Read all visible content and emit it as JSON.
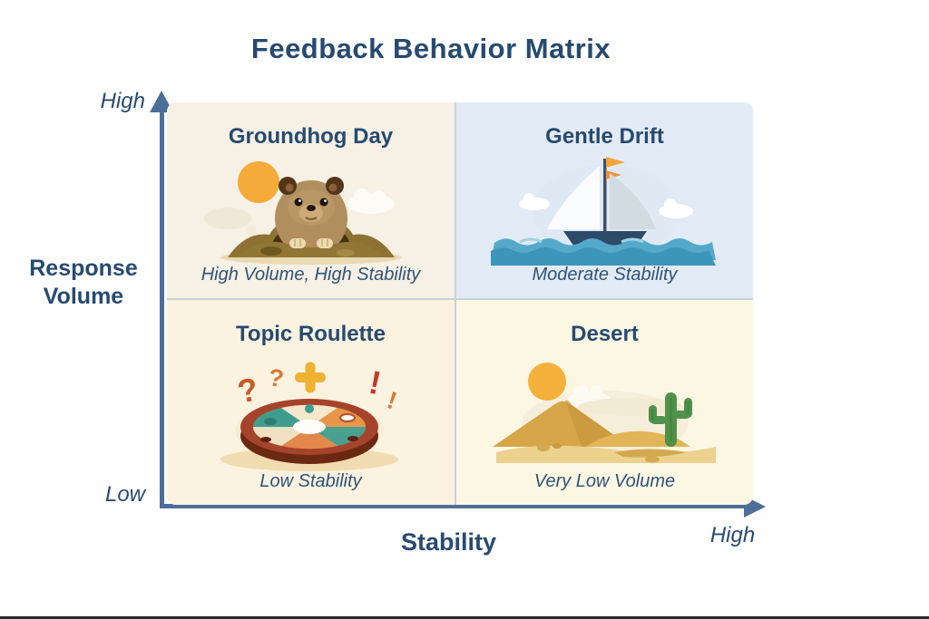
{
  "title": "Feedback Behavior Matrix",
  "y_axis": {
    "label": "Response Volume",
    "top_label": "High",
    "bottom_label": "Low"
  },
  "x_axis": {
    "label": "Stability",
    "right_label": "High"
  },
  "quadrants": [
    {
      "id": "groundhog-day",
      "title": "Groundhog Day",
      "caption": "High Volume, High Stability",
      "illustration": "groundhog-on-mound-with-sun-and-clouds"
    },
    {
      "id": "gentle-drift",
      "title": "Gentle Drift",
      "caption": "Moderate Stability",
      "illustration": "sailboat-on-waves-with-clouds"
    },
    {
      "id": "topic-roulette",
      "title": "Topic Roulette",
      "caption": "Low Stability",
      "illustration": "roulette-wheel-with-symbols",
      "marks": {
        "q_large": "?",
        "q_small": "?",
        "bang_large": "!",
        "bang_small": "!"
      }
    },
    {
      "id": "desert",
      "title": "Desert",
      "caption": "Very Low Volume",
      "illustration": "desert-dunes-cactus-sun"
    }
  ],
  "colors": {
    "navy": "#274a70",
    "navy2": "#2f5478",
    "axis": "#4d6e99",
    "divider": "#c8d1d9",
    "q_tl_bg": "#f6f0e5",
    "q_tr_bg": "#e2ebf5",
    "q_bl_bg": "#fbf2e0",
    "q_br_bg": "#fbf7e3",
    "bottom_line": "#262d36",
    "sun": "#f5ab39",
    "wave_blue": "#54a9cb",
    "hull_navy": "#2d4a68",
    "wheel_rim": "#a5442a",
    "cactus_green": "#4f9148",
    "plus_gold": "#eeb233"
  }
}
